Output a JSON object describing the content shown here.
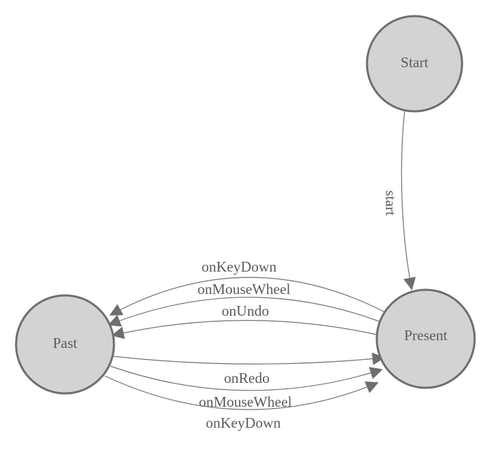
{
  "diagram": {
    "type": "state-machine",
    "colors": {
      "background": "#ffffff",
      "node_fill": "#d3d3d3",
      "node_stroke": "#6e6e6e",
      "edge_stroke": "#707070",
      "arrow_fill": "#6e6e6e",
      "text": "#585b5f"
    },
    "nodes": [
      {
        "id": "start",
        "label": "Start"
      },
      {
        "id": "present",
        "label": "Present"
      },
      {
        "id": "past",
        "label": "Past"
      }
    ],
    "edges": [
      {
        "from": "Start",
        "to": "Present",
        "label": "start"
      },
      {
        "from": "Present",
        "to": "Past",
        "label": "onKeyDown"
      },
      {
        "from": "Present",
        "to": "Past",
        "label": "onMouseWheel"
      },
      {
        "from": "Present",
        "to": "Past",
        "label": "onUndo"
      },
      {
        "from": "Past",
        "to": "Present",
        "label": "onRedo"
      },
      {
        "from": "Past",
        "to": "Present",
        "label": "onMouseWheel"
      },
      {
        "from": "Past",
        "to": "Present",
        "label": "onKeyDown"
      }
    ]
  }
}
